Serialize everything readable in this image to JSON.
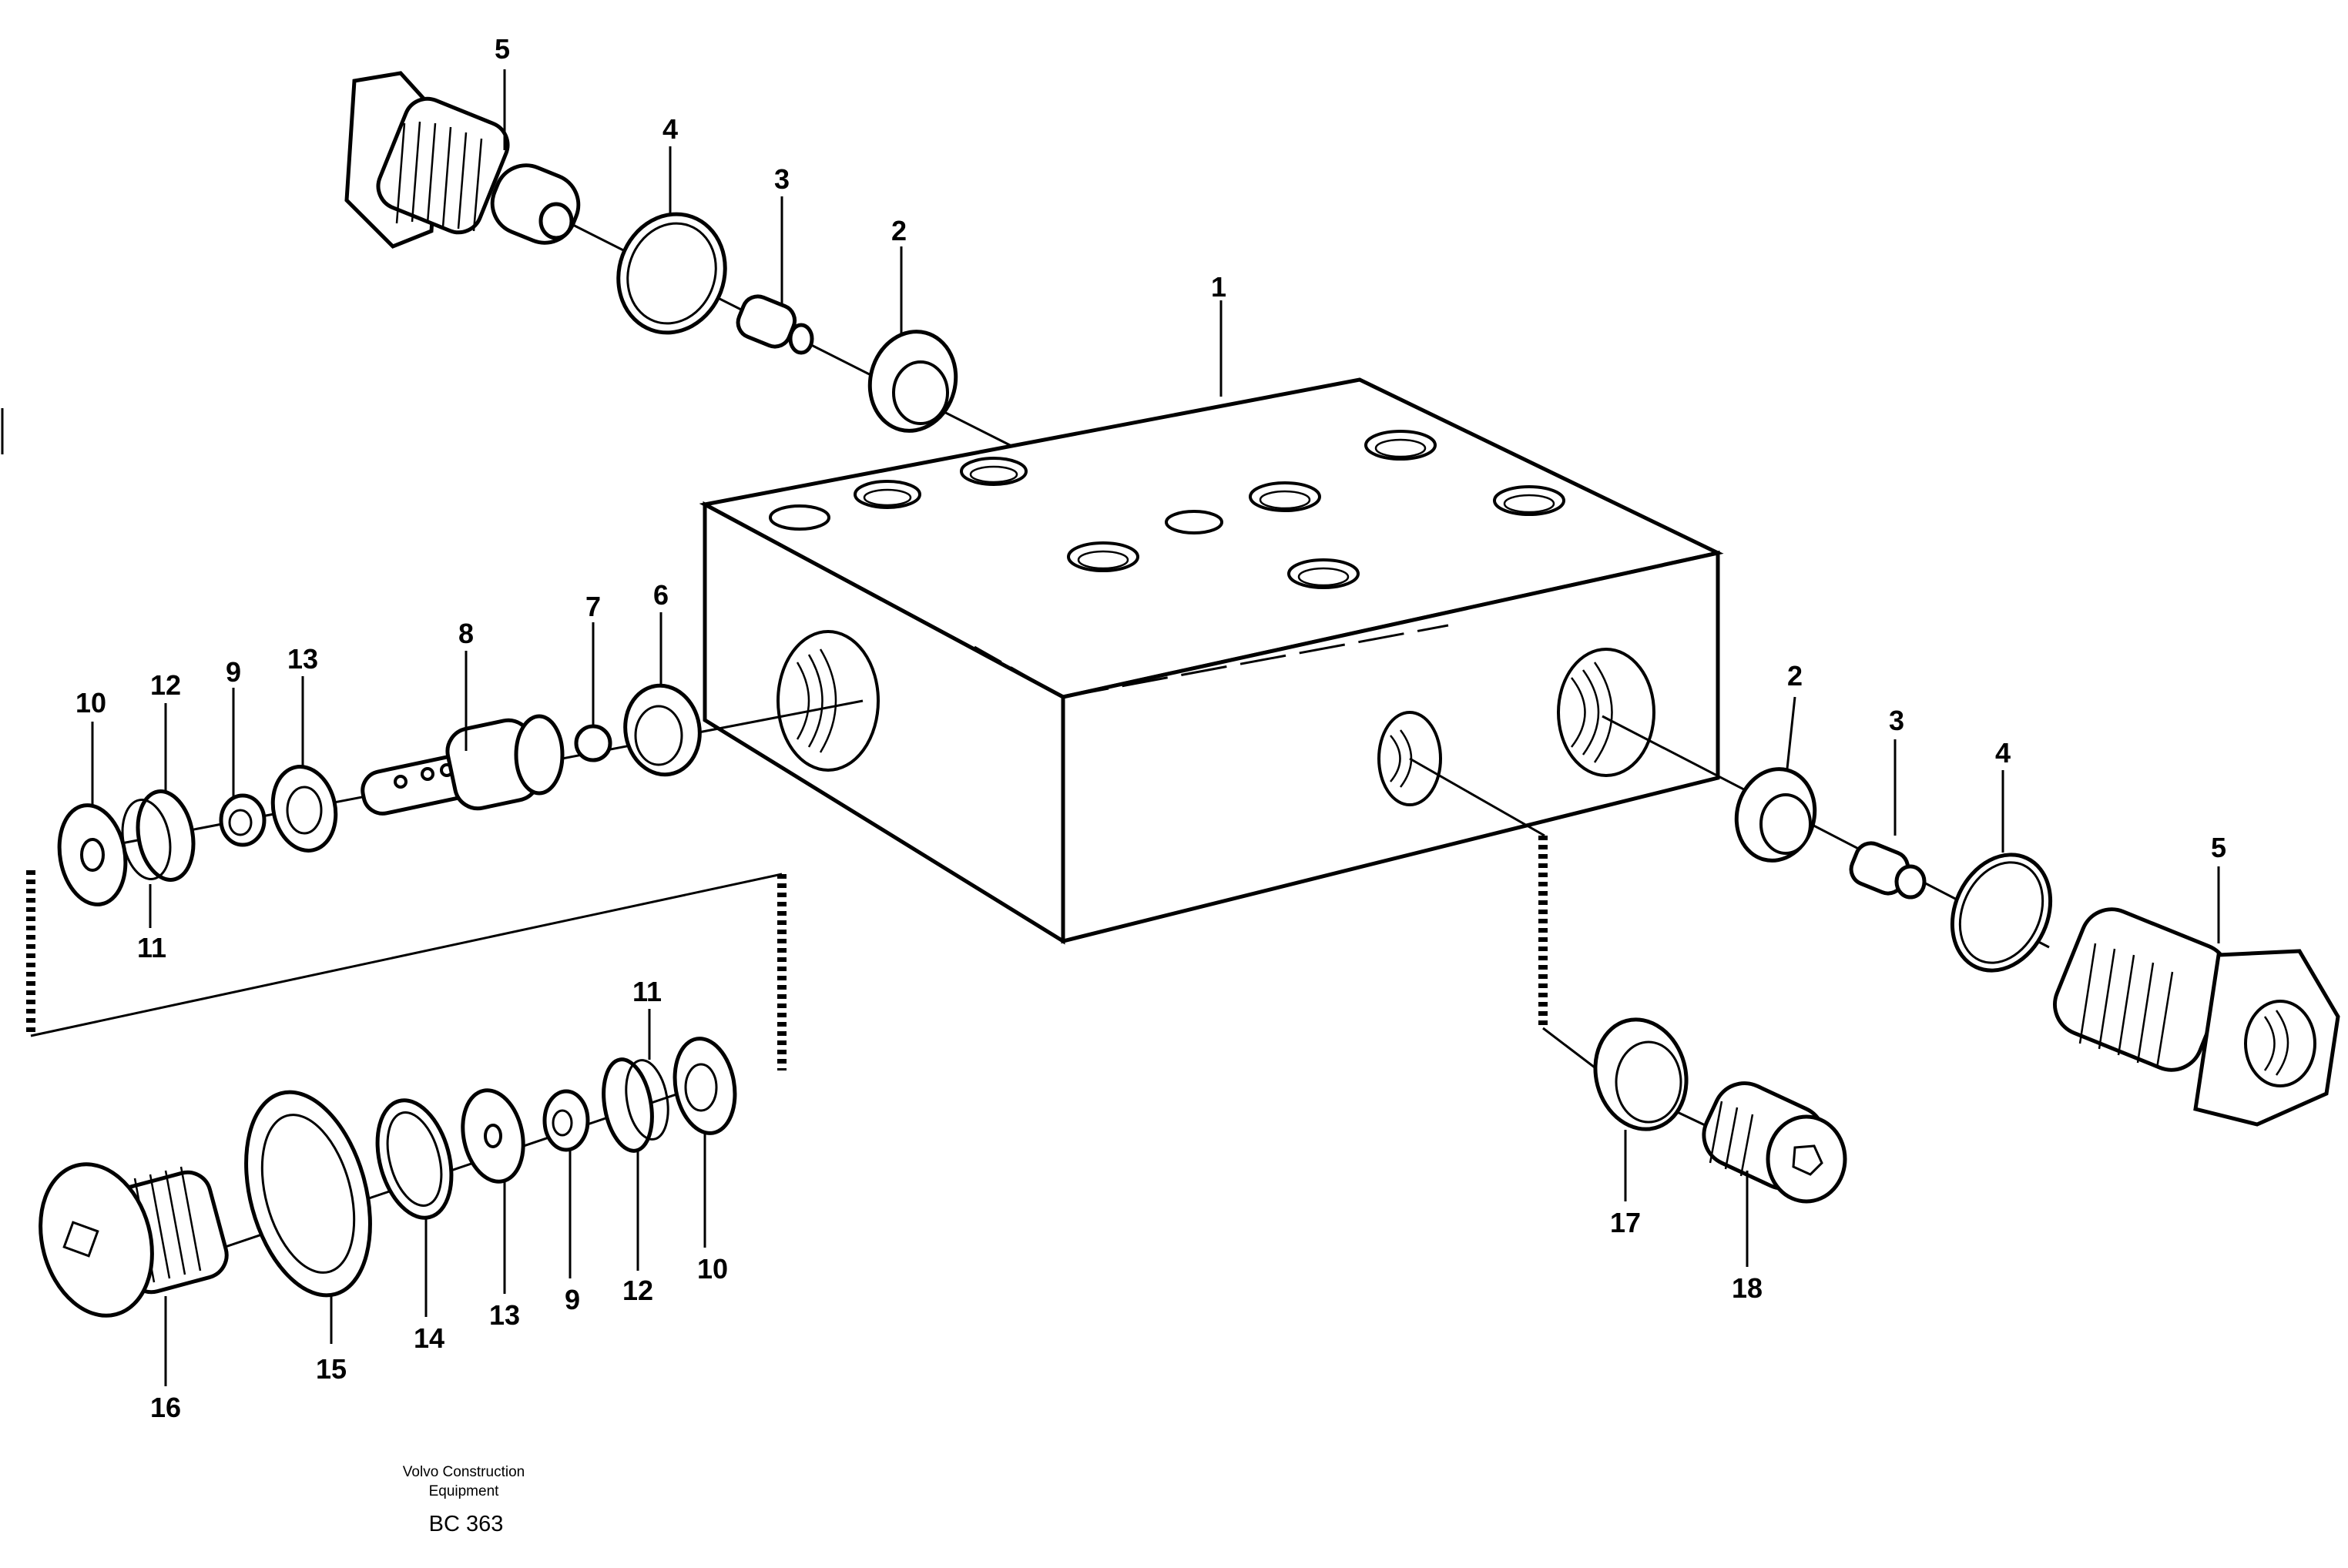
{
  "caption": {
    "line1": "Volvo Construction",
    "line2": "Equipment",
    "code": "BC 363"
  },
  "callouts": {
    "c1": "1",
    "c2_top": "2",
    "c3_top": "3",
    "c4_top": "4",
    "c5_top": "5",
    "c2_right": "2",
    "c3_right": "3",
    "c4_right": "4",
    "c5_right": "5",
    "c6": "6",
    "c7": "7",
    "c8": "8",
    "c13_upper": "13",
    "c9_upper": "9",
    "c12_upper": "12",
    "c10_upper": "10",
    "c11_upper": "11",
    "c11_lower": "11",
    "c10_lower": "10",
    "c12_lower": "12",
    "c9_lower": "9",
    "c13_lower": "13",
    "c14": "14",
    "c15": "15",
    "c16": "16",
    "c17": "17",
    "c18": "18"
  }
}
